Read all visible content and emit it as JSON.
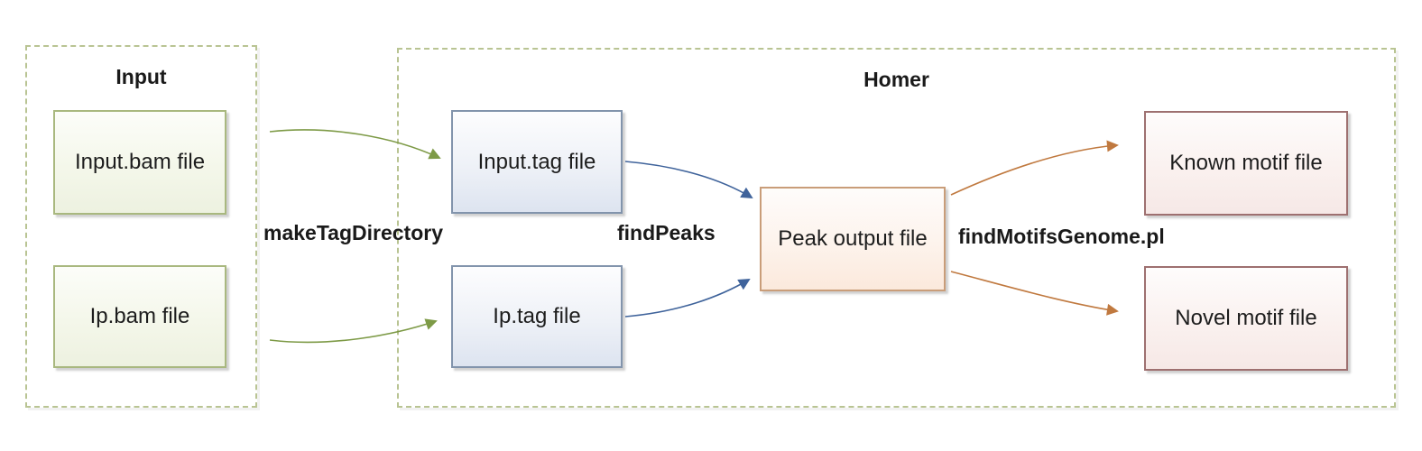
{
  "diagram": {
    "groups": {
      "input": {
        "title": "Input"
      },
      "homer": {
        "title": "Homer"
      }
    },
    "nodes": {
      "input_bam": "Input.bam file",
      "ip_bam": "Ip.bam file",
      "input_tag": "Input.tag file",
      "ip_tag": "Ip.tag file",
      "peak_output": "Peak output file",
      "known_motif": "Known motif file",
      "novel_motif": "Novel motif file"
    },
    "edge_labels": {
      "make_tag_directory": "makeTagDirectory",
      "find_peaks": "findPeaks",
      "find_motifs_genome": "findMotifsGenome.pl"
    },
    "colors": {
      "group_border": "#b9c493",
      "green_node_border": "#a9b87f",
      "blue_node_border": "#8294ac",
      "peach_node_border": "#c99d79",
      "pink_node_border": "#9e7070",
      "green_edge": "#7d9a46",
      "blue_edge": "#3f639b",
      "orange_edge": "#c0793f"
    }
  }
}
